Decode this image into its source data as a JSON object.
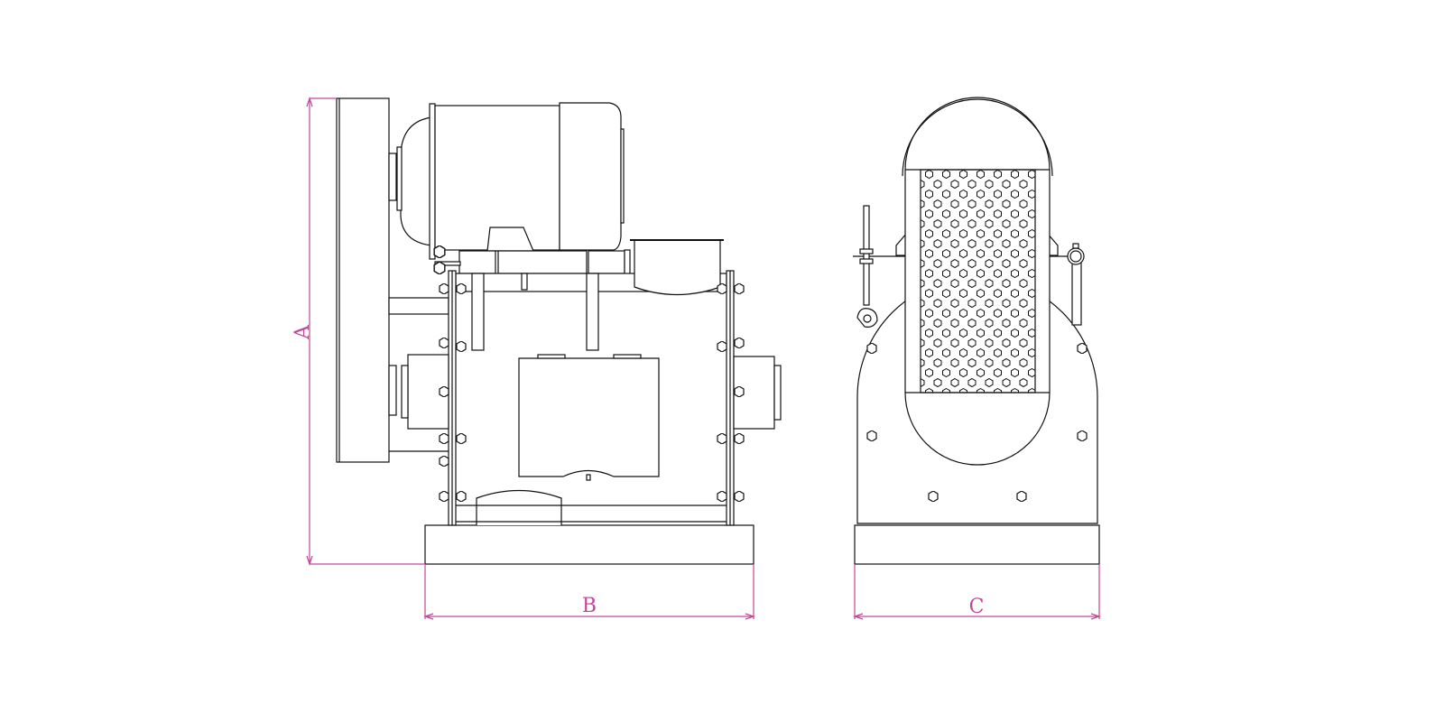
{
  "drawing": {
    "dimensions": {
      "height_label": "A",
      "length_label": "B",
      "width_label": "C"
    },
    "colors": {
      "dimension": "#c2479a",
      "line": "#111111"
    }
  }
}
